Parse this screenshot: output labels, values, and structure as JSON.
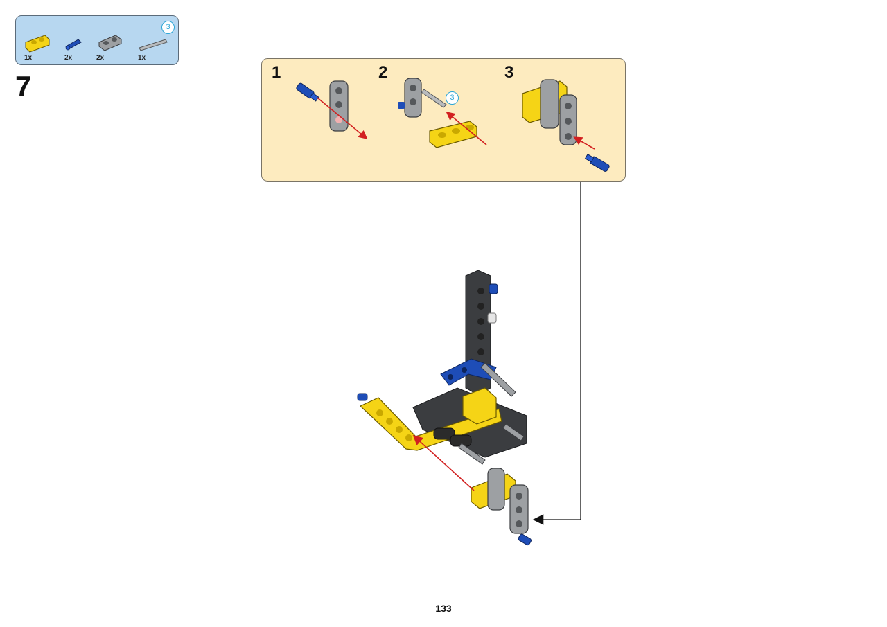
{
  "parts_list": {
    "items": [
      {
        "name": "yellow-beam",
        "qty": "1x",
        "color": "#f5d416"
      },
      {
        "name": "blue-axle-pin",
        "qty": "2x",
        "color": "#1e4db7"
      },
      {
        "name": "gray-connector",
        "qty": "2x",
        "color": "#9da0a3"
      },
      {
        "name": "gray-axle",
        "qty": "1x",
        "color": "#b9bbbd"
      }
    ],
    "axle_length": "3"
  },
  "step": {
    "number": "7"
  },
  "sub_steps": [
    {
      "number": "1"
    },
    {
      "number": "2",
      "axle_length": "3"
    },
    {
      "number": "3"
    }
  ],
  "page": {
    "number": "133"
  },
  "colors": {
    "parts_box_bg": "#b7d7f0",
    "sub_panel_bg": "#fdebbf",
    "arrow_red": "#d22020",
    "lego_yellow": "#f5d416",
    "lego_blue": "#1e4db7",
    "lego_gray": "#9da0a3",
    "lego_dark": "#3b3d40"
  }
}
